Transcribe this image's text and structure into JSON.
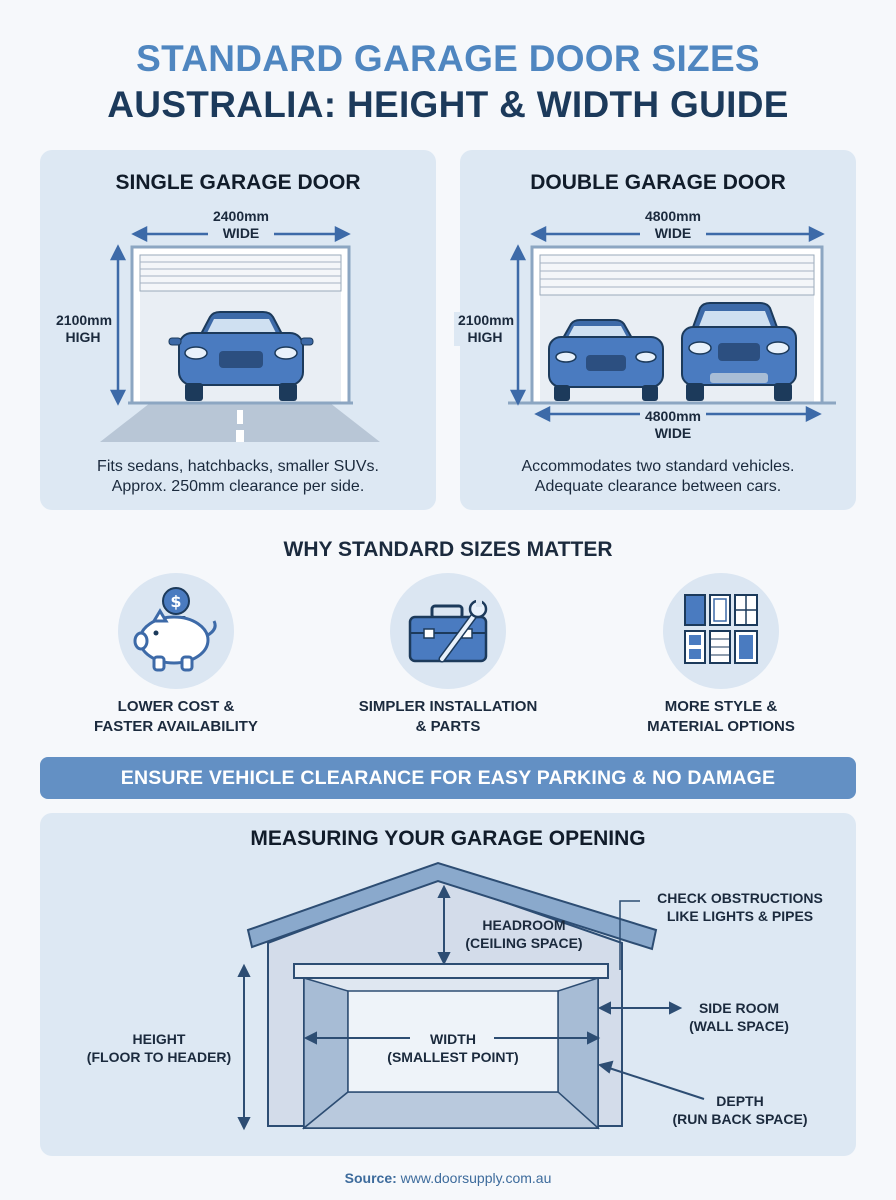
{
  "header": {
    "title_line1": "STANDARD GARAGE DOOR SIZES",
    "title_line2": "AUSTRALIA: HEIGHT & WIDTH GUIDE"
  },
  "single": {
    "title": "SINGLE GARAGE DOOR",
    "width_value": "2400mm",
    "width_unit": "WIDE",
    "height_value": "2100mm",
    "height_unit": "HIGH",
    "caption_line1": "Fits sedans, hatchbacks, smaller SUVs.",
    "caption_line2": "Approx. 250mm clearance per side."
  },
  "double": {
    "title": "DOUBLE GARAGE DOOR",
    "width_value": "4800mm",
    "width_unit": "WIDE",
    "height_value": "2100mm",
    "height_unit": "HIGH",
    "bottom_width_value": "4800mm",
    "bottom_width_unit": "WIDE",
    "caption_line1": "Accommodates two standard vehicles.",
    "caption_line2": "Adequate clearance between cars."
  },
  "why": {
    "title": "WHY STANDARD SIZES MATTER",
    "benefits": [
      {
        "icon": "piggy-bank-icon",
        "line1": "LOWER COST &",
        "line2": "FASTER AVAILABILITY"
      },
      {
        "icon": "toolbox-icon",
        "line1": "SIMPLER INSTALLATION",
        "line2": "& PARTS"
      },
      {
        "icon": "door-styles-icon",
        "line1": "MORE STYLE &",
        "line2": "MATERIAL OPTIONS"
      }
    ]
  },
  "banner": {
    "text": "ENSURE VEHICLE CLEARANCE FOR EASY PARKING & NO DAMAGE"
  },
  "measure": {
    "title": "MEASURING YOUR GARAGE OPENING",
    "headroom_line1": "HEADROOM",
    "headroom_line2": "(CEILING SPACE)",
    "obstructions_line1": "CHECK OBSTRUCTIONS",
    "obstructions_line2": "LIKE LIGHTS & PIPES",
    "height_line1": "HEIGHT",
    "height_line2": "(FLOOR TO HEADER)",
    "width_line1": "WIDTH",
    "width_line2": "(SMALLEST POINT)",
    "sideroom_line1": "SIDE ROOM",
    "sideroom_line2": "(WALL SPACE)",
    "depth_line1": "DEPTH",
    "depth_line2": "(RUN BACK SPACE)"
  },
  "footer": {
    "source_label": "Source:",
    "source_url": "www.doorsupply.com.au"
  },
  "colors": {
    "accent": "#4f86c0",
    "navy": "#1c3a5b",
    "panel": "#dde8f3",
    "banner": "#6390c4",
    "car": "#4a7bc0"
  }
}
